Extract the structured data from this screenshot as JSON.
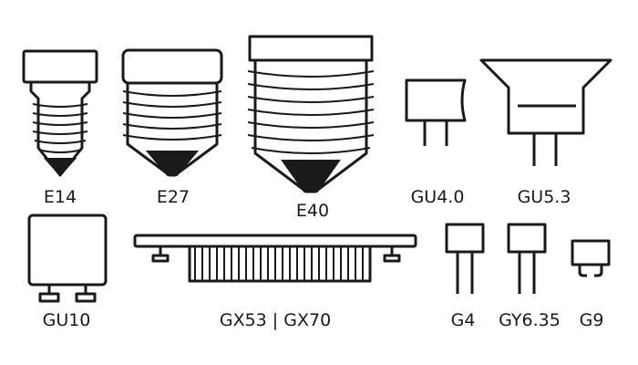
{
  "bases": [
    {
      "id": "e14",
      "label": "E14"
    },
    {
      "id": "e27",
      "label": "E27"
    },
    {
      "id": "e40",
      "label": "E40"
    },
    {
      "id": "gu40",
      "label": "GU4.0"
    },
    {
      "id": "gu53",
      "label": "GU5.3"
    },
    {
      "id": "gu10",
      "label": "GU10"
    },
    {
      "id": "gx53",
      "label": "GX53 | GX70"
    },
    {
      "id": "g4",
      "label": "G4"
    },
    {
      "id": "gy635",
      "label": "GY6.35"
    },
    {
      "id": "g9",
      "label": "G9"
    }
  ],
  "colors": {
    "ink": "#1a1a1a",
    "background": "#ffffff"
  }
}
